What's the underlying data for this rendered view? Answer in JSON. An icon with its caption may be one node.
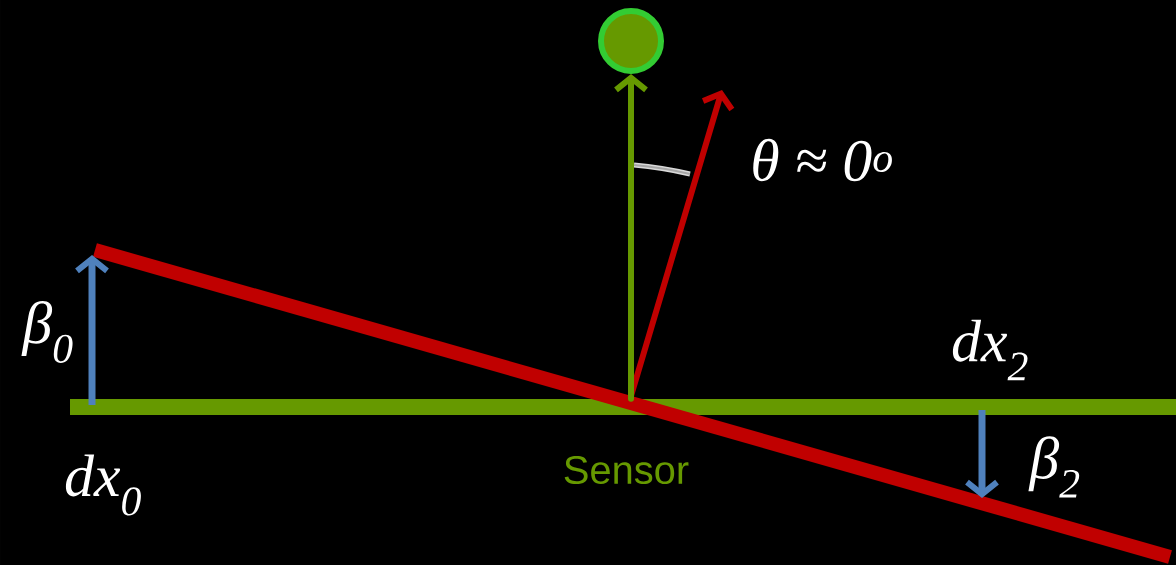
{
  "diagram": {
    "nodes": [
      {
        "text": [],
        "shape": "circle"
      },
      {
        "text": [],
        "shape": "bar",
        "beside": [
          "Sensor"
        ]
      }
    ],
    "edges": [
      {
        "from": 1,
        "to": 0,
        "arrow": "to"
      }
    ],
    "labels": [
      "θ ≈ 0$^{o}$",
      "β$_{0}$",
      "dx$_{2}$",
      "β$_{2}$",
      "dx$_{0}$"
    ]
  }
}
